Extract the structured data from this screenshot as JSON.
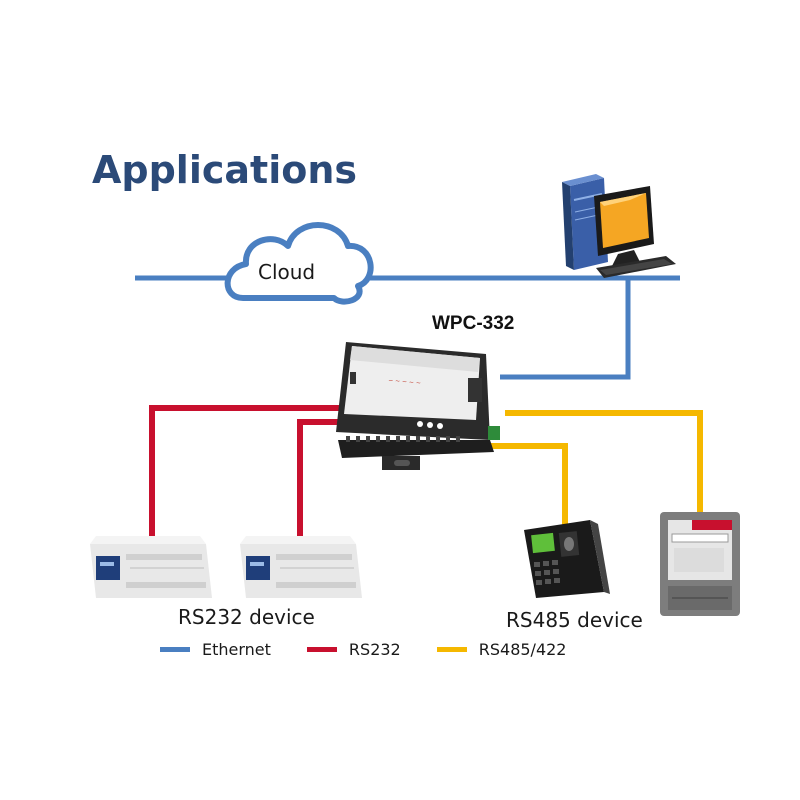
{
  "title": "Applications",
  "cloud": {
    "label": "Cloud"
  },
  "gateway": {
    "label": "WPC-332"
  },
  "groups": {
    "rs232": "RS232 device",
    "rs485": "RS485 device"
  },
  "legend": [
    {
      "label": "Ethernet",
      "color": "#4a7fc1"
    },
    {
      "label": "RS232",
      "color": "#c8102e"
    },
    {
      "label": "RS485/422",
      "color": "#f5b800"
    }
  ],
  "colors": {
    "ethernet": "#4a7fc1",
    "rs232": "#c8102e",
    "rs485": "#f5b800",
    "title": "#2b4a78"
  },
  "icons": {
    "computer": "desktop-computer-icon",
    "cloud": "cloud-icon",
    "gateway": "serial-gateway-device",
    "plc": "plc-module-icon",
    "terminal": "fingerprint-terminal-icon",
    "meter": "smart-meter-icon"
  }
}
